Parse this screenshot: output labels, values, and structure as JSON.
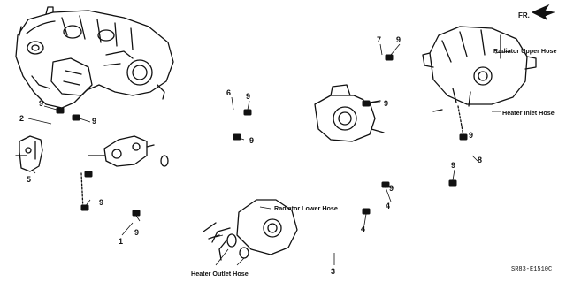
{
  "diagram": {
    "direction_marker": "FR.",
    "part_code": "SR83-E1510C",
    "labels": {
      "radiator_upper_hose": "Radiator Upper Hose",
      "heater_inlet_hose": "Heater Inlet Hose",
      "radiator_lower_hose": "Radiator Lower Hose",
      "heater_outlet_hose": "Heater Outlet Hose"
    },
    "callouts": {
      "c1": "1",
      "c2": "2",
      "c3": "3",
      "c4a": "4",
      "c4b": "4",
      "c5": "5",
      "c6": "6",
      "c7": "7",
      "c8": "8",
      "c9a": "9",
      "c9b": "9",
      "c9c": "9",
      "c9d": "9",
      "c9e": "9",
      "c9f": "9",
      "c9g": "9",
      "c9h": "9",
      "c9i": "9",
      "c9j": "9",
      "c9k": "9"
    }
  }
}
